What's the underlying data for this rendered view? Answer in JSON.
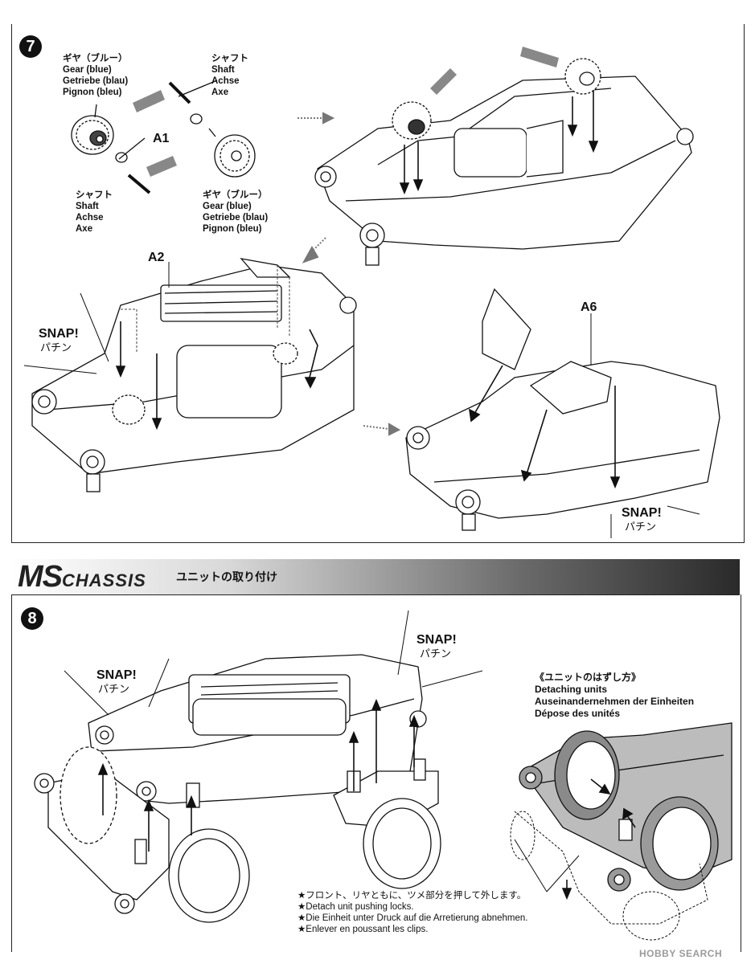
{
  "step7": {
    "number": "7",
    "gear_top_label": [
      "ギヤ（ブルー）",
      "Gear (blue)",
      "Getriebe (blau)",
      "Pignon (bleu)"
    ],
    "shaft_top_label": [
      "シャフト",
      "Shaft",
      "Achse",
      "Axe"
    ],
    "shaft_bottom_label": [
      "シャフト",
      "Shaft",
      "Achse",
      "Axe"
    ],
    "gear_bottom_label": [
      "ギヤ（ブルー）",
      "Gear (blue)",
      "Getriebe (blau)",
      "Pignon (bleu)"
    ],
    "callout_a1": "A1",
    "callout_a2": "A2",
    "callout_a6": "A6",
    "snap_left": {
      "en": "SNAP!",
      "jp": "パチン"
    },
    "snap_right": {
      "en": "SNAP!",
      "jp": "パチン"
    }
  },
  "banner": {
    "brand_ms": "MS",
    "brand_chassis": "CHASSIS",
    "subtitle": "ユニットの取り付け"
  },
  "step8": {
    "number": "8",
    "snap_left": {
      "en": "SNAP!",
      "jp": "パチン"
    },
    "snap_right": {
      "en": "SNAP!",
      "jp": "パチン"
    },
    "detach_title": [
      "《ユニットのはずし方》",
      "Detaching units",
      "Auseinandernehmen der Einheiten",
      "Dépose des unités"
    ],
    "notes": [
      "★フロント、リヤともに、ツメ部分を押して外します。",
      "★Detach unit pushing locks.",
      "★Die Einheit unter Druck auf die Arretierung abnehmen.",
      "★Enlever en poussant les clips."
    ]
  },
  "watermark": "HOBBY SEARCH"
}
